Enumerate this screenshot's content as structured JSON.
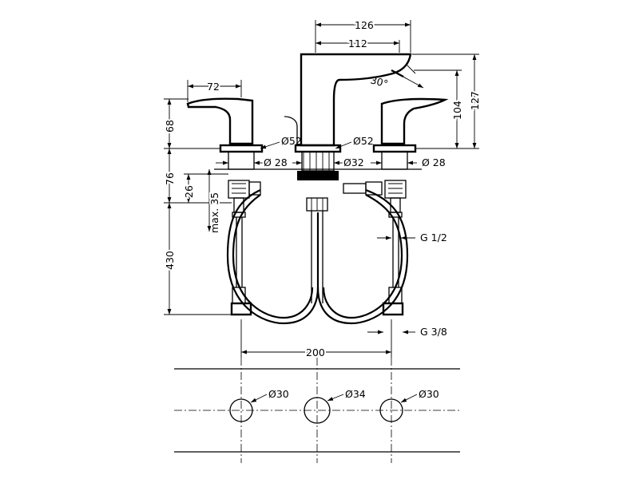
{
  "dimensions": {
    "d126": "126",
    "d112": "112",
    "d72": "72",
    "d30deg": "30",
    "d30deg_unit": "°",
    "d104": "104",
    "d127": "127",
    "d68": "68",
    "d76": "76",
    "d26": "26",
    "d35": "35",
    "max_label": "max.",
    "d430": "430",
    "dia52_left": "Ø52",
    "dia52_center": "Ø52",
    "dia28_left": "Ø 28",
    "dia32": "Ø32",
    "dia28_right": "Ø 28",
    "g12": "G 1/2",
    "g38": "G 3/8",
    "d200": "200",
    "hole_left": "Ø30",
    "hole_center": "Ø34",
    "hole_right": "Ø30"
  }
}
